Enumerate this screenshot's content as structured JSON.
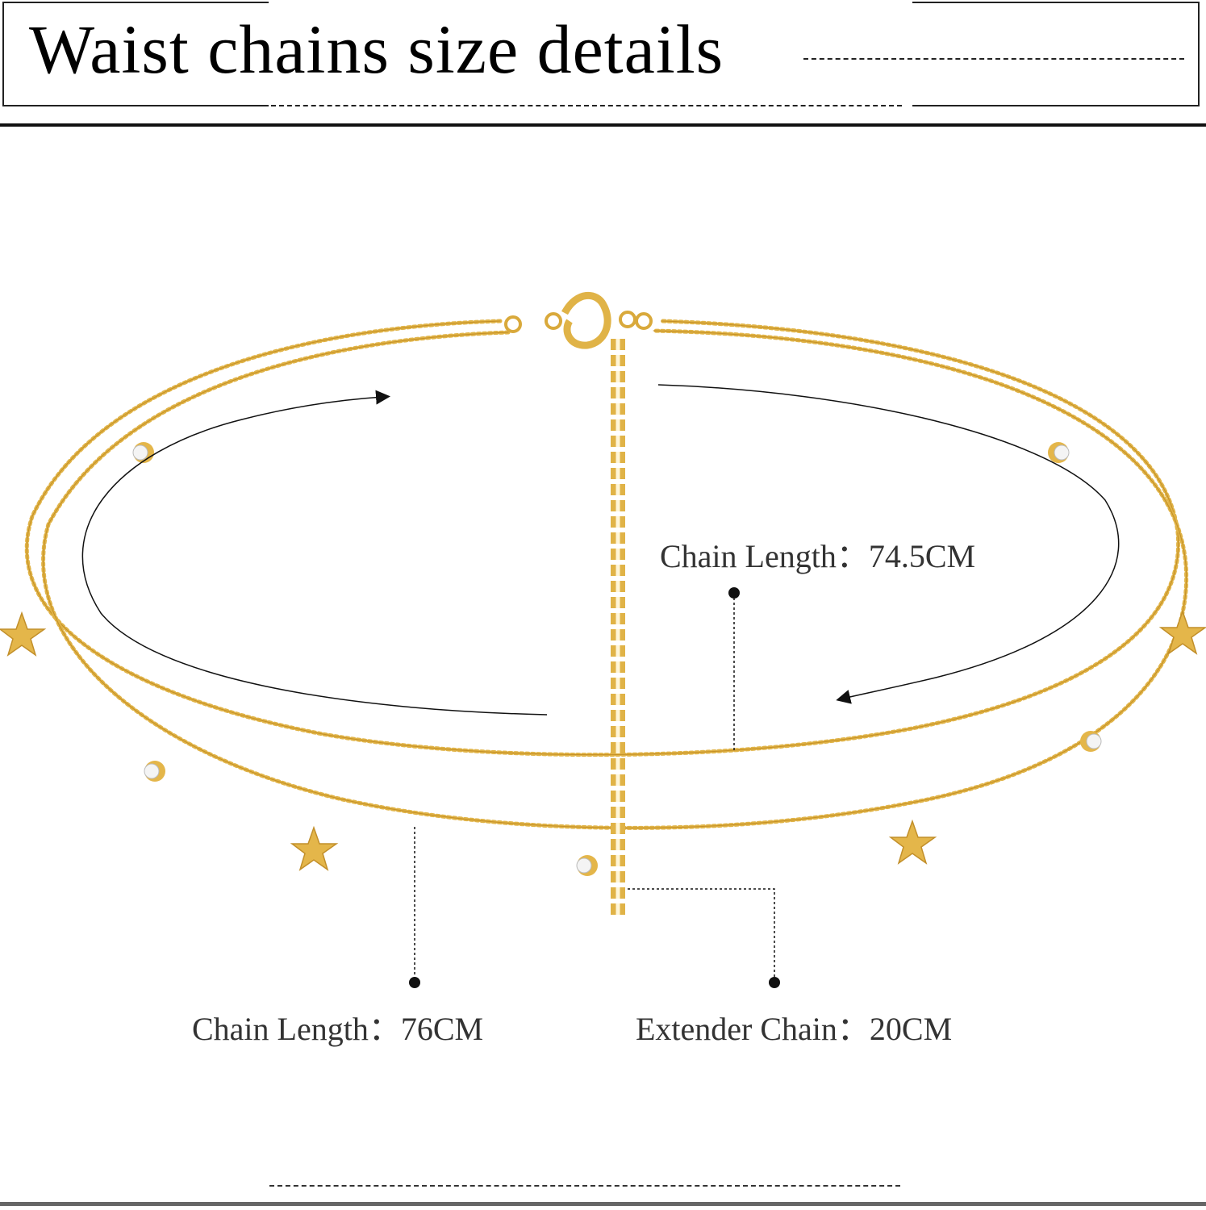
{
  "title": "Waist chains size details",
  "measurements": {
    "upper_chain": "Chain Length：74.5CM",
    "lower_chain": "Chain Length：76CM",
    "extender": "Extender Chain：20CM"
  },
  "colors": {
    "gold": "#d9a93b",
    "gold_light": "#f2d27a",
    "line": "#111111"
  },
  "product": "gold layered waist chain with star and rhinestone charms"
}
